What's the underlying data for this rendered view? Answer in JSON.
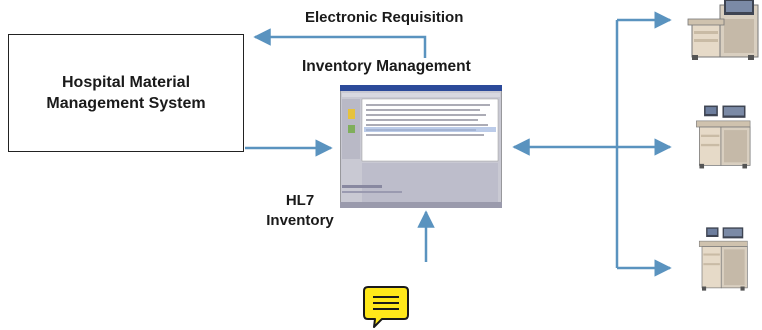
{
  "diagram": {
    "hospital_system": {
      "line1": "Hospital Material",
      "line2": "Management System"
    },
    "electronic_requisition_label": "Electronic Requisition",
    "inventory_management_label": "Inventory Management",
    "hl7_label_line1": "HL7",
    "hl7_label_line2": "Inventory",
    "colors": {
      "arrow": "#5a93bf",
      "box_border": "#222222",
      "message_icon_fill": "#ffe81a"
    },
    "icons": {
      "software": "inventory-software-screenshot",
      "workstation": "dispensing-cart-workstation",
      "message": "message-bubble-icon"
    },
    "workstation_count": 3
  }
}
